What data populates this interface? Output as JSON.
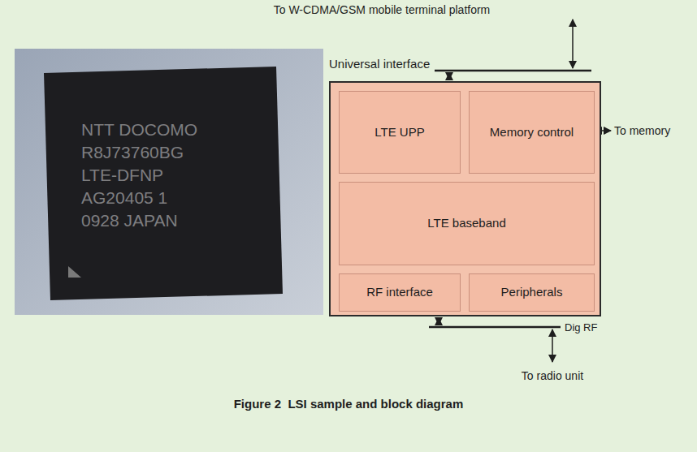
{
  "diagram": {
    "caption": "Figure 2  LSI sample and block diagram",
    "nodes": [
      {
        "text": []
      },
      {
        "text": [
          "LTE UPP"
        ],
        "in": 0
      },
      {
        "text": [
          "Memory control"
        ],
        "in": 0
      },
      {
        "text": [
          "LTE baseband"
        ],
        "in": 0
      },
      {
        "text": [
          "RF interface"
        ],
        "in": 0
      },
      {
        "text": [
          "Peripherals"
        ],
        "in": 0
      }
    ],
    "labels": [
      "To W-CDMA/GSM mobile terminal platform",
      "Universal interface",
      "To memory",
      "Dig RF",
      "To radio unit",
      "NTT DOCOMO",
      "R8J73760BG",
      "LTE-DFNP",
      "AG20405 1",
      "0928 JAPAN"
    ]
  }
}
